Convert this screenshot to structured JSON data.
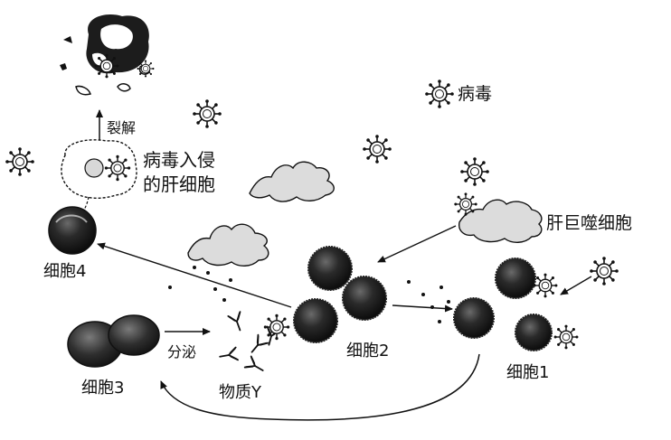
{
  "labels": {
    "virus": "病毒",
    "lysis": "裂解",
    "infected_line1": "病毒入侵",
    "infected_line2": "的肝细胞",
    "macrophage": "肝巨噬细胞",
    "cell4": "细胞4",
    "cell2": "细胞2",
    "cell1": "细胞1",
    "cell3": "细胞3",
    "secrete": "分泌",
    "substanceY": "物质Y"
  },
  "icons": {
    "virus": "virus-icon",
    "antibody": "antibody-icon",
    "arrow": "arrow-icon"
  },
  "colors": {
    "ink": "#111111",
    "cell_dark": "#1a1a1a",
    "cell_mid": "#3a3a3a",
    "macrophage_fill": "#dcdcdc",
    "background": "#ffffff"
  }
}
